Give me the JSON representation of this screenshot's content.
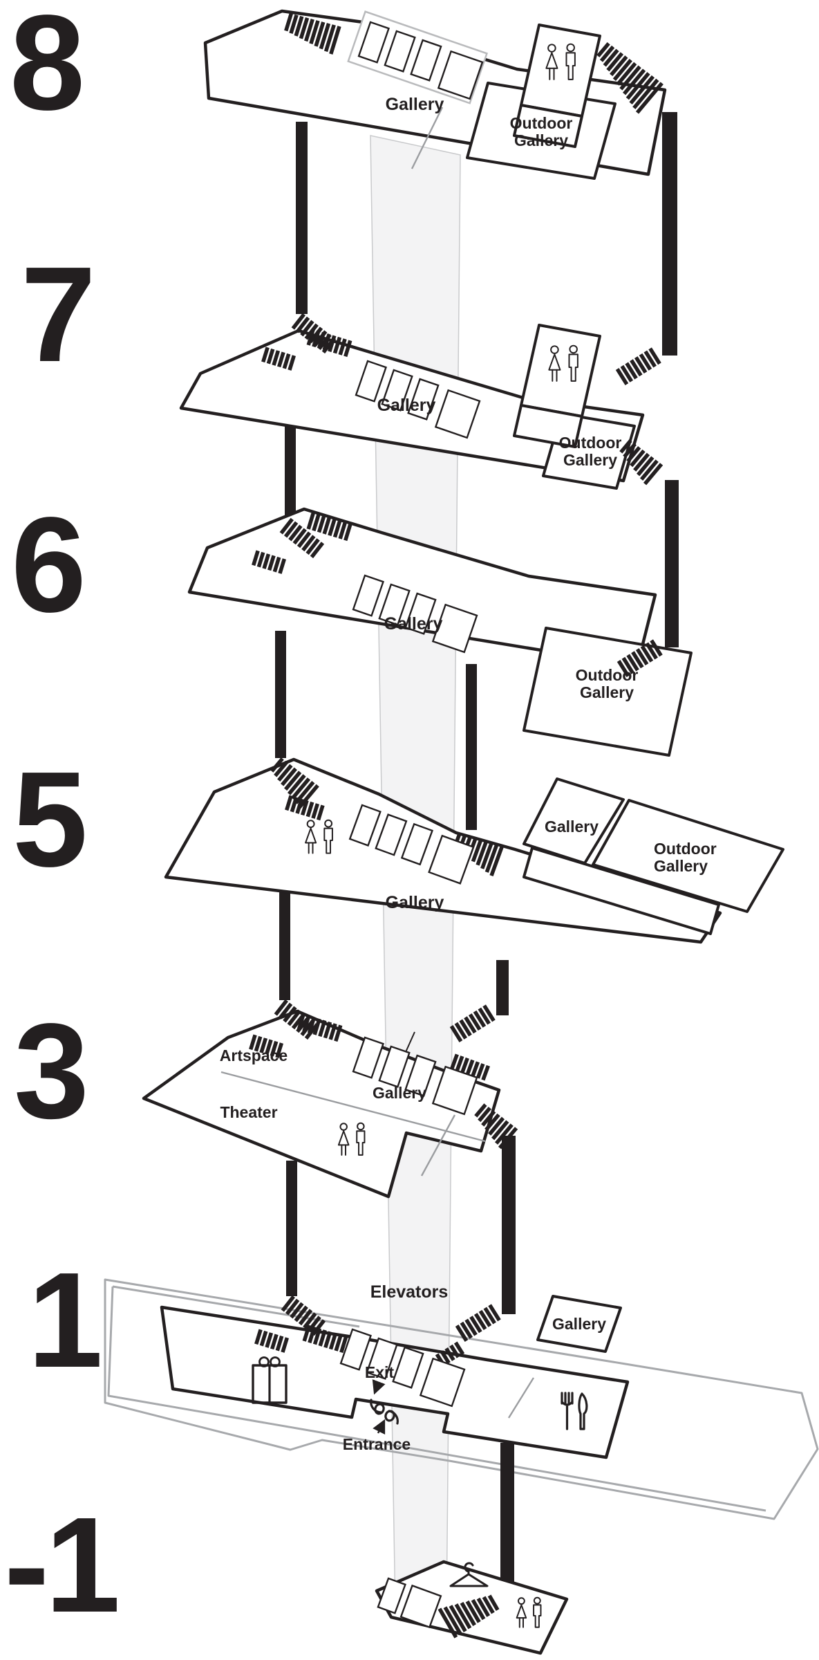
{
  "diagram": {
    "title": "Museum building floor stack map",
    "ink_color": "#231f20",
    "shaft_fill": "#f3f3f4",
    "shaft_edge_color": "#c9cacc",
    "plaza_outline_color": "#a7a9ac",
    "background": "#ffffff"
  },
  "floors": [
    {
      "number": "8",
      "gallery": "Gallery",
      "outdoor1": "Outdoor",
      "outdoor2": "Gallery",
      "icons": [
        "women-icon",
        "men-icon"
      ]
    },
    {
      "number": "7",
      "gallery": "Gallery",
      "outdoor1": "Outdoor",
      "outdoor2": "Gallery",
      "icons": [
        "women-icon",
        "men-icon"
      ]
    },
    {
      "number": "6",
      "gallery": "Gallery",
      "outdoor1": "Outdoor",
      "outdoor2": "Gallery",
      "icons": []
    },
    {
      "number": "5",
      "gallery": "Gallery",
      "annex_gallery": "Gallery",
      "outdoor1": "Outdoor",
      "outdoor2": "Gallery",
      "icons": [
        "women-icon",
        "men-icon"
      ]
    },
    {
      "number": "3",
      "artspace": "Artspace",
      "theater": "Theater",
      "gallery": "Gallery",
      "icons": [
        "women-icon",
        "men-icon"
      ]
    },
    {
      "number": "1",
      "elevators": "Elevators",
      "gallery": "Gallery",
      "exit": "Exit",
      "entrance": "Entrance",
      "icons": [
        "gift-shop-icon",
        "restaurant-icon"
      ]
    },
    {
      "number": "-1",
      "icons": [
        "coat-check-icon",
        "women-icon",
        "men-icon"
      ]
    }
  ]
}
